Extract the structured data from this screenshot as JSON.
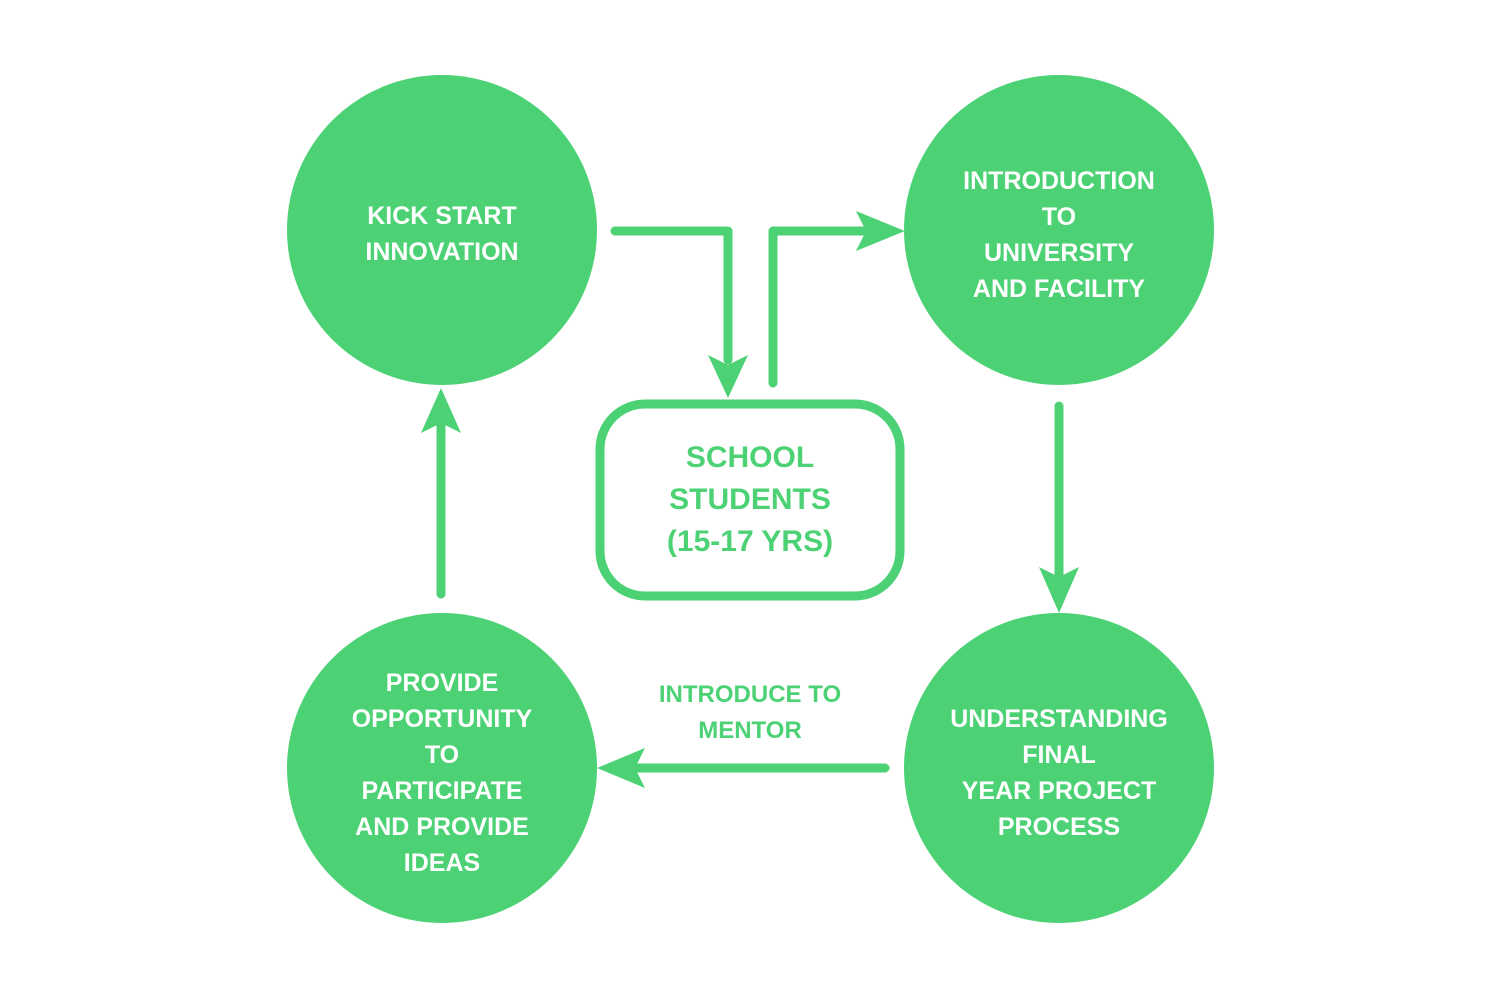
{
  "colors": {
    "primary": "#4cd275",
    "text_on_primary": "#ffffff",
    "background": "#ffffff"
  },
  "nodes": {
    "kick_start": {
      "lines": [
        "KICK START",
        "INNOVATION"
      ]
    },
    "introduction": {
      "lines": [
        "INTRODUCTION",
        "TO",
        "UNIVERSITY",
        "AND FACILITY"
      ]
    },
    "understanding": {
      "lines": [
        "UNDERSTANDING",
        "FINAL",
        "YEAR PROJECT",
        "PROCESS"
      ]
    },
    "provide": {
      "lines": [
        "PROVIDE",
        "OPPORTUNITY",
        "TO",
        "PARTICIPATE",
        "AND PROVIDE",
        "IDEAS"
      ]
    },
    "center": {
      "lines": [
        "SCHOOL",
        "STUDENTS",
        "(15-17 YRS)"
      ]
    }
  },
  "edge_labels": {
    "mentor": {
      "lines": [
        "INTRODUCE TO",
        "MENTOR"
      ]
    }
  }
}
